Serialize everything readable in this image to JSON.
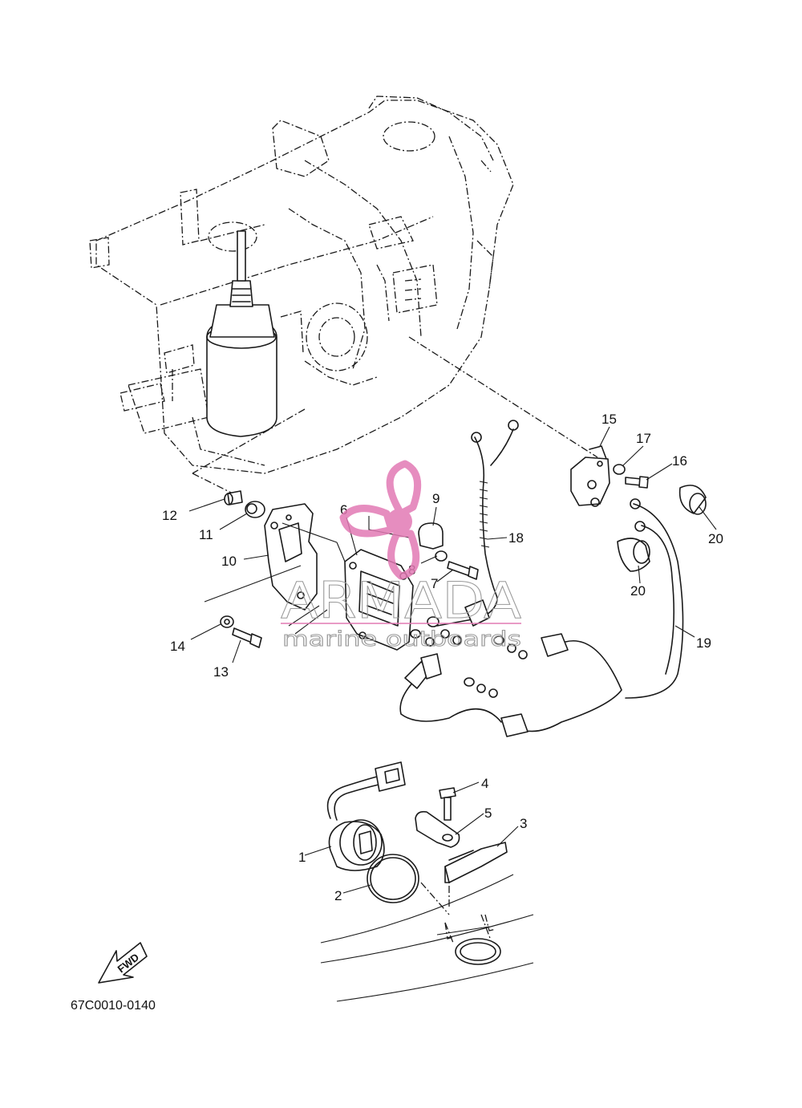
{
  "diagram_code": "67C0010-0140",
  "fwd_label": "FWD",
  "watermark": {
    "brand": "ARMADA",
    "tagline": "marine outboards",
    "color": "#e27ab4"
  },
  "callouts": [
    "1",
    "2",
    "3",
    "4",
    "5",
    "6",
    "7",
    "8",
    "9",
    "10",
    "11",
    "12",
    "13",
    "14",
    "15",
    "16",
    "17",
    "18",
    "19",
    "20"
  ]
}
